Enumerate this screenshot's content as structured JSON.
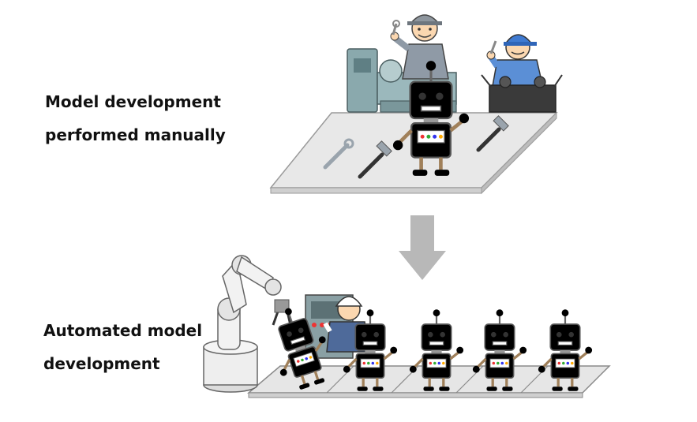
{
  "labels": {
    "manual_line1": "Model development",
    "manual_line2": "performed manually",
    "auto_line1": "Automated model",
    "auto_line2": "development"
  },
  "colors": {
    "platform_fill": "#e8e8e8",
    "platform_edge": "#9a9a9a",
    "arrow": "#b8b8b8",
    "machine": "#8aa9ad",
    "robot_blue": "#7ec6d4",
    "robot_yellow": "#f2c22e",
    "robot_orange": "#ee6a2c",
    "robot_purple": "#c291c8",
    "robot_green": "#8bd43b",
    "robot_cyan": "#7ecbe0",
    "worker_uniform": "#8f9aa6",
    "worker_blue": "#5b8fd6"
  }
}
